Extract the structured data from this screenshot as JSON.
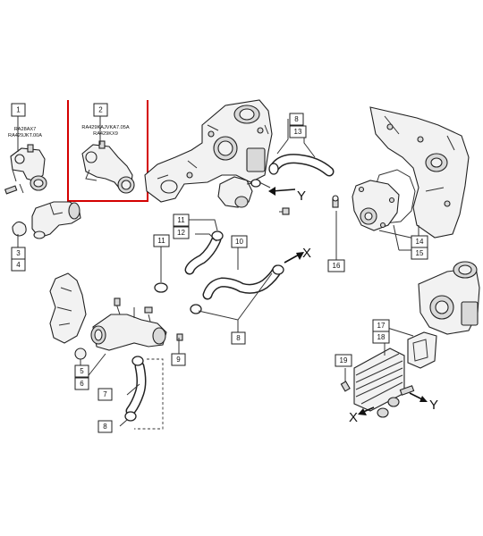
{
  "callouts": {
    "c1": "1",
    "c2": "2",
    "c3": "3",
    "c4": "4",
    "c5": "5",
    "c6": "6",
    "c7": "7",
    "c8a": "8",
    "c8b": "8",
    "c8c": "8",
    "c9": "9",
    "c10": "10",
    "c11a": "11",
    "c11b": "11",
    "c12": "12",
    "c13": "13",
    "c14": "14",
    "c15": "15",
    "c16": "16",
    "c17": "17",
    "c18": "18",
    "c19": "19"
  },
  "captions": {
    "part1_line1": "RA28AX7",
    "part1_line2": "RA429JKT.00A",
    "part2_line1": "RA429KAJVKA7.05A",
    "part2_line2": "RA429KX9"
  },
  "axes": {
    "y_top": "Y",
    "x_middle": "X",
    "x_bottom": "X",
    "y_bottom": "Y"
  },
  "colors": {
    "highlight_frame": "#d40000",
    "line": "#222222"
  }
}
